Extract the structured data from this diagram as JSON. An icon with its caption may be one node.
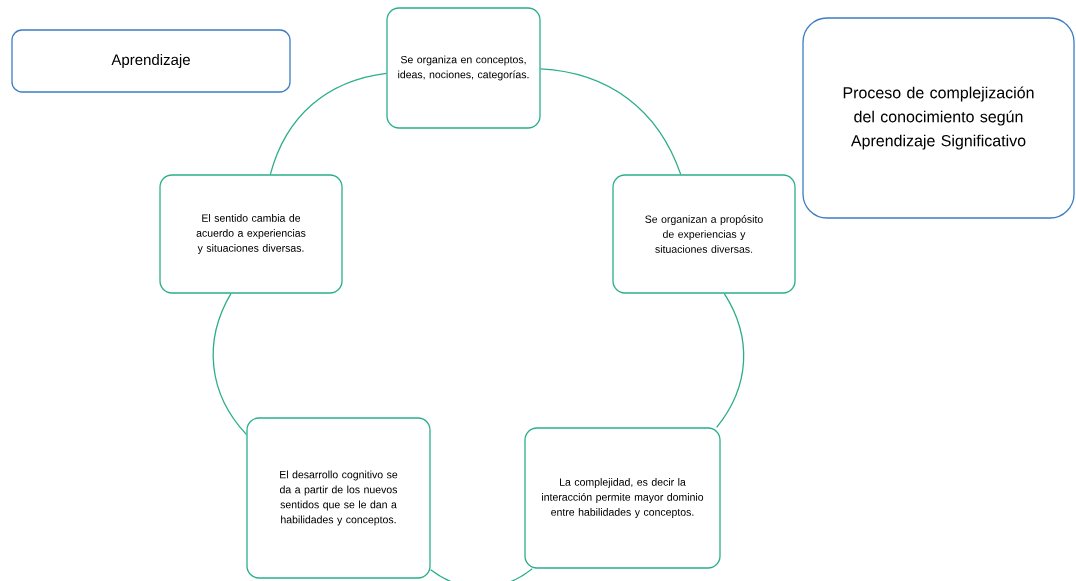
{
  "diagram": {
    "nodes": [
      {
        "text": [
          "Aprendizaje"
        ]
      },
      {
        "text": [
          "Se organiza en conceptos, ideas, nociones, categorías."
        ]
      },
      {
        "text": [
          "Proceso de complejización del conocimiento según Aprendizaje Significativo"
        ]
      },
      {
        "text": [
          "Se organizan a propósito de experiencias y situaciones diversas."
        ]
      },
      {
        "text": [
          "La complejidad, es decir la interacción permite mayor dominio entre habilidades y conceptos."
        ]
      },
      {
        "text": [
          "El desarrollo cognitivo se da a partir de los nuevos sentidos que se le dan a habilidades y conceptos."
        ]
      },
      {
        "text": [
          "El sentido cambia de acuerdo a experiencias y situaciones diversas."
        ]
      }
    ],
    "edges": [
      {
        "from": 1,
        "to": 3,
        "arrow": "none"
      },
      {
        "from": 3,
        "to": 4,
        "arrow": "none"
      },
      {
        "from": 4,
        "to": 5,
        "arrow": "none"
      },
      {
        "from": 5,
        "to": 6,
        "arrow": "none"
      },
      {
        "from": 6,
        "to": 1,
        "arrow": "none"
      }
    ]
  }
}
